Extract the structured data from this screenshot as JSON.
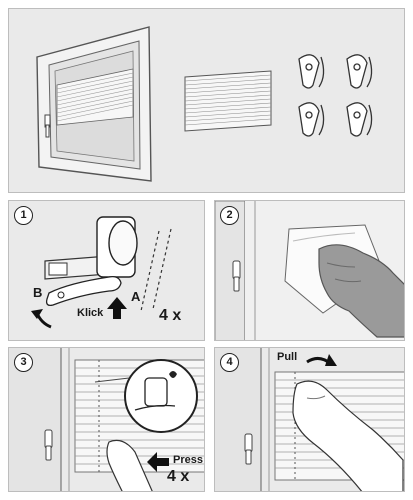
{
  "panels": [
    {
      "id": "overview"
    },
    {
      "step": "1",
      "label_b": "B",
      "label_a": "A",
      "action": "Klick",
      "count": "4 x"
    },
    {
      "step": "2"
    },
    {
      "step": "3",
      "action": "Press",
      "count": "4 x"
    },
    {
      "step": "4",
      "action": "Pull"
    }
  ],
  "colors": {
    "panel_bg": "#eaeaea",
    "panel_border": "#bdbdbd",
    "ink": "#1a1a1a"
  }
}
